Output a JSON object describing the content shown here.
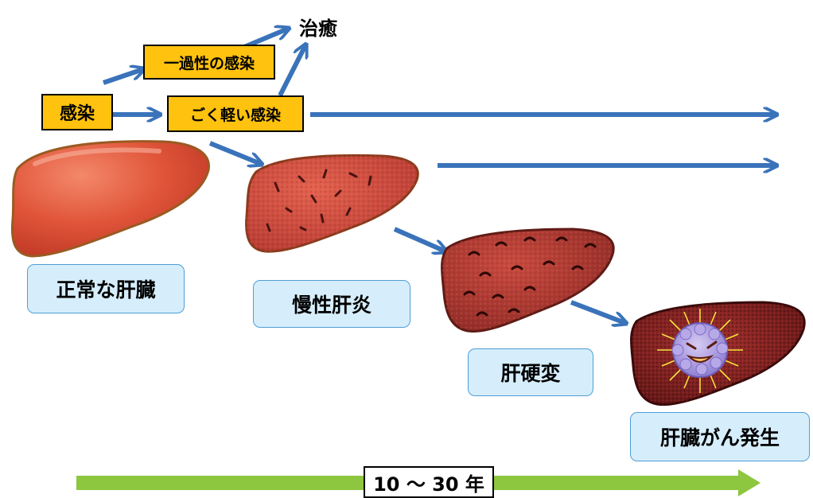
{
  "labels": {
    "cure": "治癒",
    "transient_infection": "一過性の感染",
    "infection": "感染",
    "mild_infection": "ごく軽い感染",
    "normal_liver": "正常な肝臓",
    "chronic_hepatitis": "慢性肝炎",
    "cirrhosis": "肝硬変",
    "liver_cancer": "肝臓がん発生",
    "period": "10 ～ 30 年"
  },
  "colors": {
    "arrow_blue": "#3A73BA",
    "timeline_green": "#8DC63F",
    "yellow_label": "#FFC20E",
    "blue_label_fill": "#D6EEFB",
    "blue_label_border": "#4E9ED6",
    "normal_liver": "#E0553A",
    "diseased_liver": "#B32E2C",
    "cancer_liver": "#7A1A1C",
    "tumor": "#9B8BD8"
  }
}
